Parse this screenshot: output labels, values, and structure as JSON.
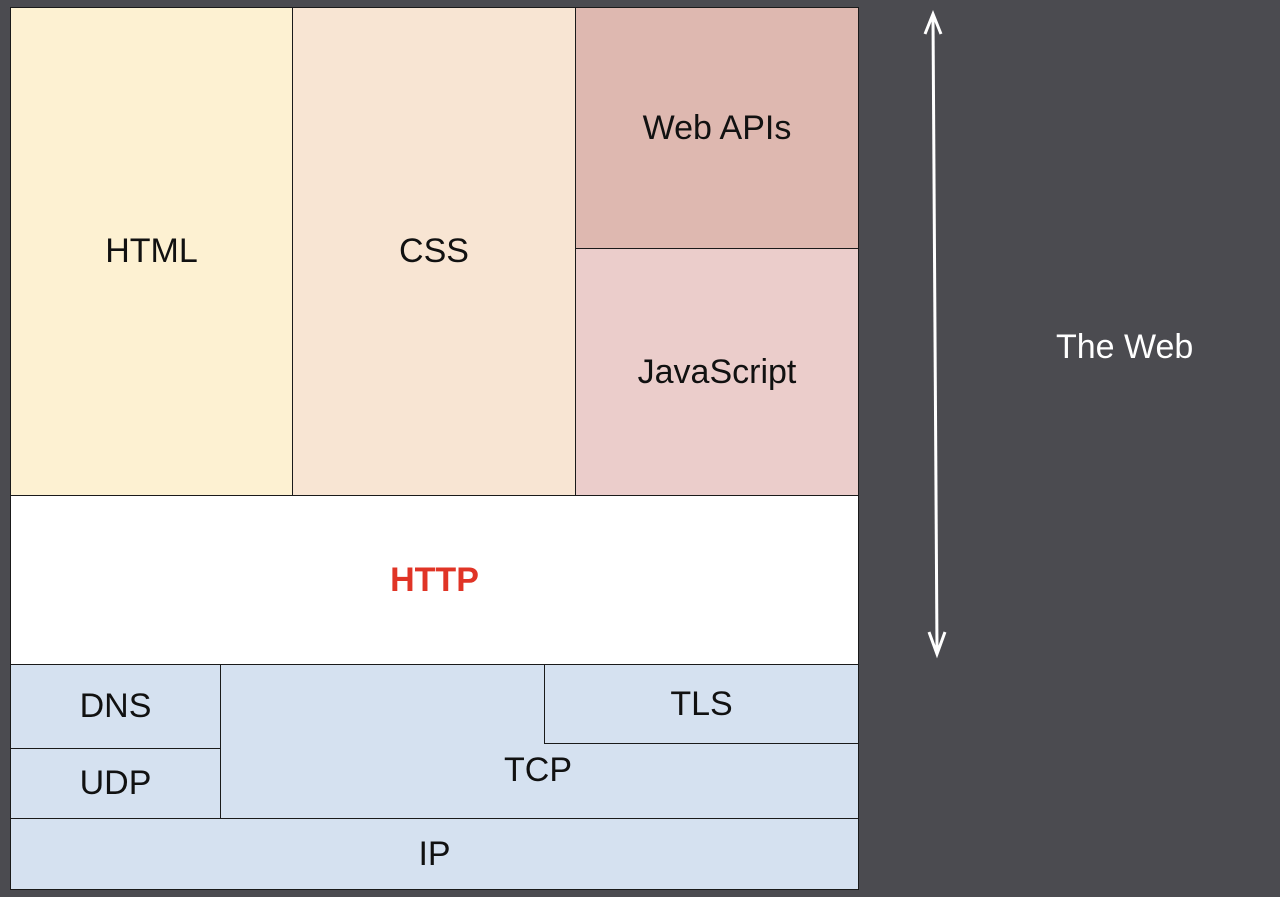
{
  "diagram": {
    "layers": {
      "html": "HTML",
      "css": "CSS",
      "web_apis": "Web APIs",
      "javascript": "JavaScript",
      "http": "HTTP",
      "dns": "DNS",
      "udp": "UDP",
      "tcp": "TCP",
      "tls": "TLS",
      "ip": "IP"
    },
    "web_label": "The Web",
    "colors": {
      "background": "#4b4b50",
      "html": "#fdf1d2",
      "css": "#f8e5d3",
      "web_apis": "#deb8b0",
      "javascript": "#ebcdcb",
      "http_text": "#e03426",
      "network": "#d5e1f0",
      "arrow": "#ffffff"
    },
    "arrow_icon": "double-headed-vertical-arrow-icon"
  }
}
